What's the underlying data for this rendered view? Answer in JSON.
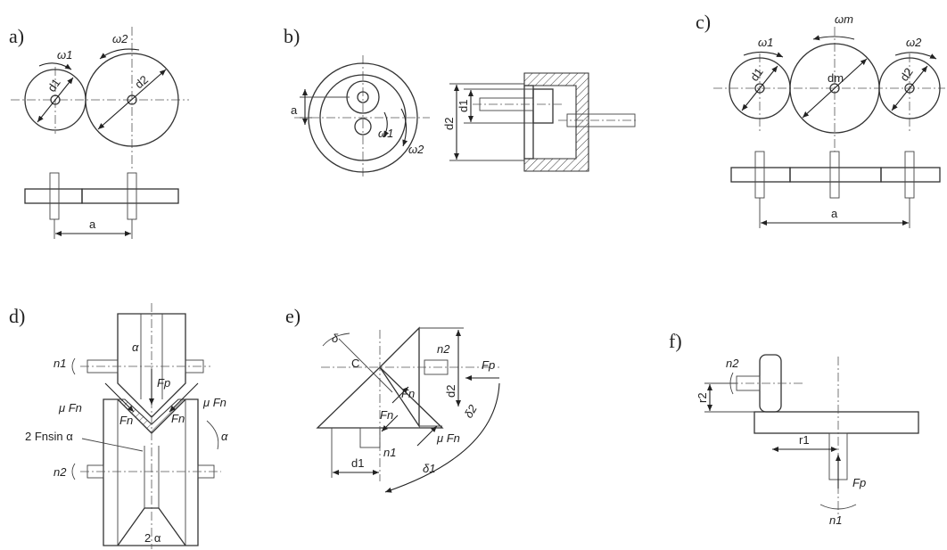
{
  "panels": {
    "a": {
      "label": "a)",
      "omega1": "ω1",
      "omega2": "ω2",
      "d1": "d1",
      "d2": "d2",
      "a": "a"
    },
    "b": {
      "label": "b)",
      "a": "a",
      "omega1": "ω1",
      "omega2": "ω2",
      "d1": "d1",
      "d2": "d2"
    },
    "c": {
      "label": "c)",
      "omega1": "ω1",
      "omegam": "ωm",
      "omega2": "ω2",
      "d1": "d1",
      "dm": "dm",
      "d2": "d2",
      "a": "a"
    },
    "d": {
      "label": "d)",
      "n1": "n1",
      "n2": "n2",
      "alpha": "α",
      "Fp": "Fp",
      "muFn_left": "μ Fn",
      "muFn_right": "μ Fn",
      "Fn_left": "Fn",
      "Fn_right": "Fn",
      "twoFnsin": "2 Fnsin α",
      "two_alpha": "2 α"
    },
    "e": {
      "label": "e)",
      "C": "C",
      "delta": "δ",
      "n2": "n2",
      "Fp": "Fp",
      "Fn_upper": "Fn",
      "Fn_lower": "Fn",
      "d2": "d2",
      "delta2": "δ2",
      "muFn": "μ Fn",
      "n1": "n1",
      "d1": "d1",
      "delta1": "δ1"
    },
    "f": {
      "label": "f)",
      "n2": "n2",
      "r2": "r2",
      "r1": "r1",
      "Fp": "Fp",
      "n1": "n1"
    }
  }
}
